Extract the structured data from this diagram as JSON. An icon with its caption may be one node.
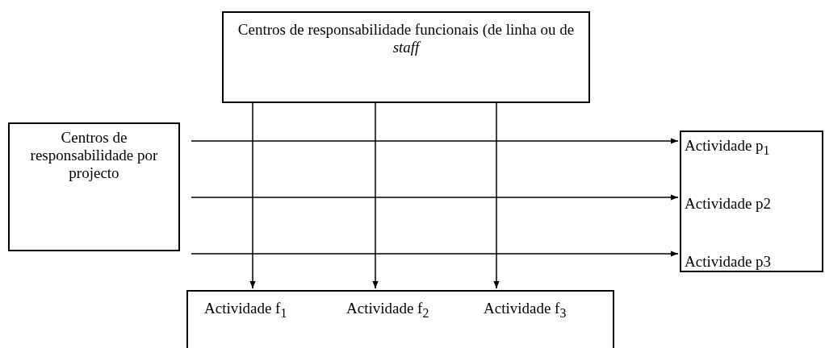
{
  "diagram": {
    "nodes": [
      {
        "text": [
          "Centros de responsabilidade funcionais (de linha ou de *staff*"
        ]
      },
      {
        "text": [
          "Centros de responsabilidade por projecto"
        ]
      },
      {
        "text": [],
        "shape": "box"
      },
      {
        "text": [
          "Actividade p$_{1}$"
        ],
        "in": 2
      },
      {
        "text": [
          "Actividade p2"
        ],
        "in": 2
      },
      {
        "text": [
          "Actividade p3"
        ],
        "in": 2
      },
      {
        "text": [],
        "shape": "box"
      },
      {
        "text": [
          "Actividade f$_{1}$"
        ],
        "in": 6
      },
      {
        "text": [
          "Actividade f$_{2}$"
        ],
        "in": 6
      },
      {
        "text": [
          "Actividade f$_{3}$"
        ],
        "in": 6
      }
    ],
    "edges": [
      {
        "from": 1,
        "to": 3,
        "arrow": "to"
      },
      {
        "from": 1,
        "to": 4,
        "arrow": "to"
      },
      {
        "from": 1,
        "to": 5,
        "arrow": "to"
      },
      {
        "from": 0,
        "to": 7,
        "arrow": "to"
      },
      {
        "from": 0,
        "to": 8,
        "arrow": "to"
      },
      {
        "from": 0,
        "to": 9,
        "arrow": "to"
      }
    ]
  }
}
